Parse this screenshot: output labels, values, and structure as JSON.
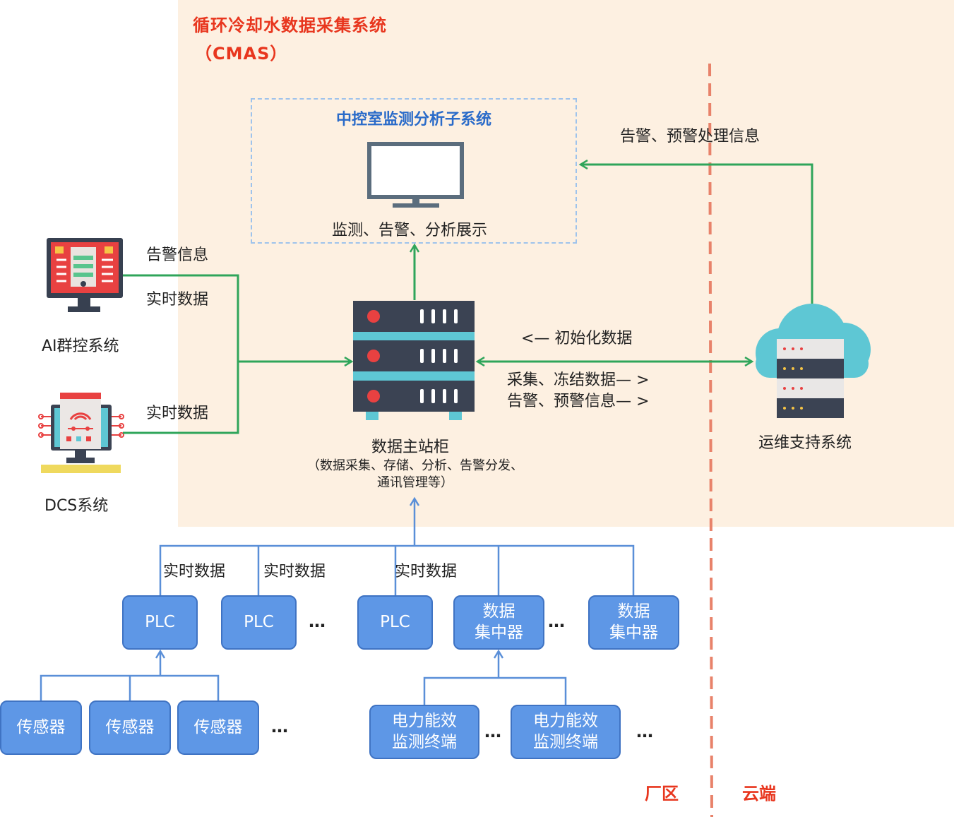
{
  "title": {
    "line1": "循环冷却水数据采集系统",
    "line2": "（CMAS）"
  },
  "subsystem": {
    "title": "中控室监测分析子系统",
    "caption": "监测、告警、分析展示"
  },
  "ai_system": {
    "name": "AI群控系统",
    "edge_label_1": "告警信息",
    "edge_label_2": "实时数据"
  },
  "dcs_system": {
    "name": "DCS系统",
    "edge_label": "实时数据"
  },
  "master_cabinet": {
    "name": "数据主站柜",
    "desc_1": "（数据采集、存储、分析、告警分发、",
    "desc_2": "通讯管理等）"
  },
  "cloud_link": {
    "init_label": "<—   初始化数据",
    "collect_label": "采集、冻结数据— >",
    "alarm_label": "告警、预警信息— >"
  },
  "ops_system": {
    "name": "运维支持系统",
    "feedback_label": "告警、预警处理信息"
  },
  "field_edges": {
    "label_1": "实时数据",
    "label_2": "实时数据",
    "label_3": "实时数据"
  },
  "devices": {
    "plc_1": "PLC",
    "plc_2": "PLC",
    "plc_3": "PLC",
    "concentrator_1": "数据\n集中器",
    "concentrator_2": "数据\n集中器",
    "sensor_1": "传感器",
    "sensor_2": "传感器",
    "sensor_3": "传感器",
    "meter_1": "电力能效\n监测终端",
    "meter_2": "电力能效\n监测终端"
  },
  "ellipsis": "…",
  "zones": {
    "factory": "厂区",
    "cloud": "云端"
  },
  "colors": {
    "green_line": "#2fa55a",
    "blue_line": "#5a8fd8",
    "divider": "#e8826a",
    "zone_bg": "#fdf0e1",
    "box_fill": "#5e97e6"
  }
}
